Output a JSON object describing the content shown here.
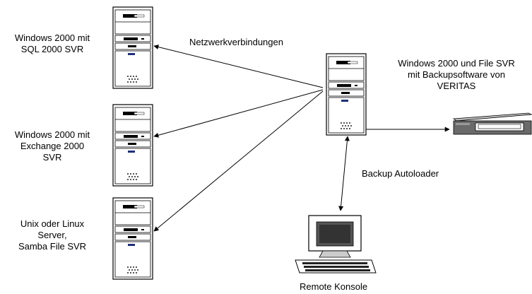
{
  "labels": {
    "server_sql": [
      "Windows 2000 mit",
      "SQL 2000 SVR"
    ],
    "server_exchange": [
      "Windows 2000 mit",
      "Exchange 2000",
      "SVR"
    ],
    "server_unix": [
      "Unix oder Linux",
      "Server,",
      "Samba File SVR"
    ],
    "network": "Netzwerkverbindungen",
    "server_backup": [
      "Windows 2000 und File SVR",
      "mit Backupsoftware von",
      "VERITAS"
    ],
    "autoloader": "Backup Autoloader",
    "console": "Remote Konsole"
  },
  "icons": [
    "server-tower-icon",
    "tape-autoloader-icon",
    "workstation-icon"
  ]
}
